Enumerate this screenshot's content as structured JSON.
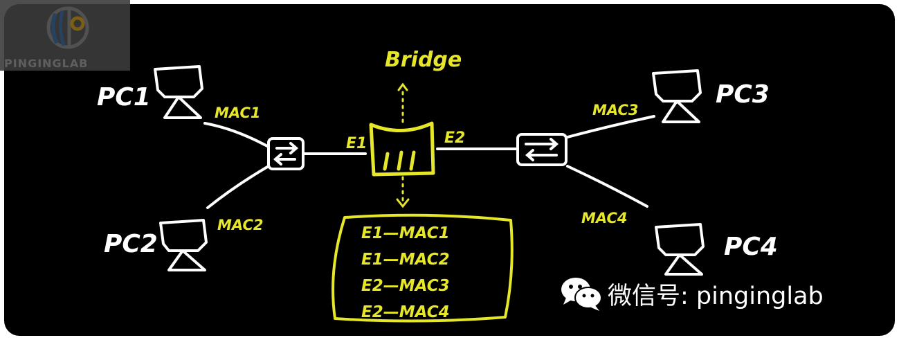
{
  "brand": {
    "watermark_text": "PINGINGLAB",
    "wechat_label": "微信号: pinginglab"
  },
  "colors": {
    "chalk": "#ffffff",
    "highlight": "#e6e62a",
    "board": "#000000"
  },
  "nodes": {
    "pc1": "PC1",
    "pc2": "PC2",
    "pc3": "PC3",
    "pc4": "PC4",
    "bridge": "Bridge",
    "bridge_icon": "bridge-icon",
    "switch_icon": "switch-icon"
  },
  "links": {
    "mac1": "MAC1",
    "mac2": "MAC2",
    "mac3": "MAC3",
    "mac4": "MAC4",
    "e1": "E1",
    "e2": "E2"
  },
  "mac_table": {
    "rows": [
      "E1—MAC1",
      "E1—MAC2",
      "E2—MAC3",
      "E2—MAC4"
    ]
  }
}
